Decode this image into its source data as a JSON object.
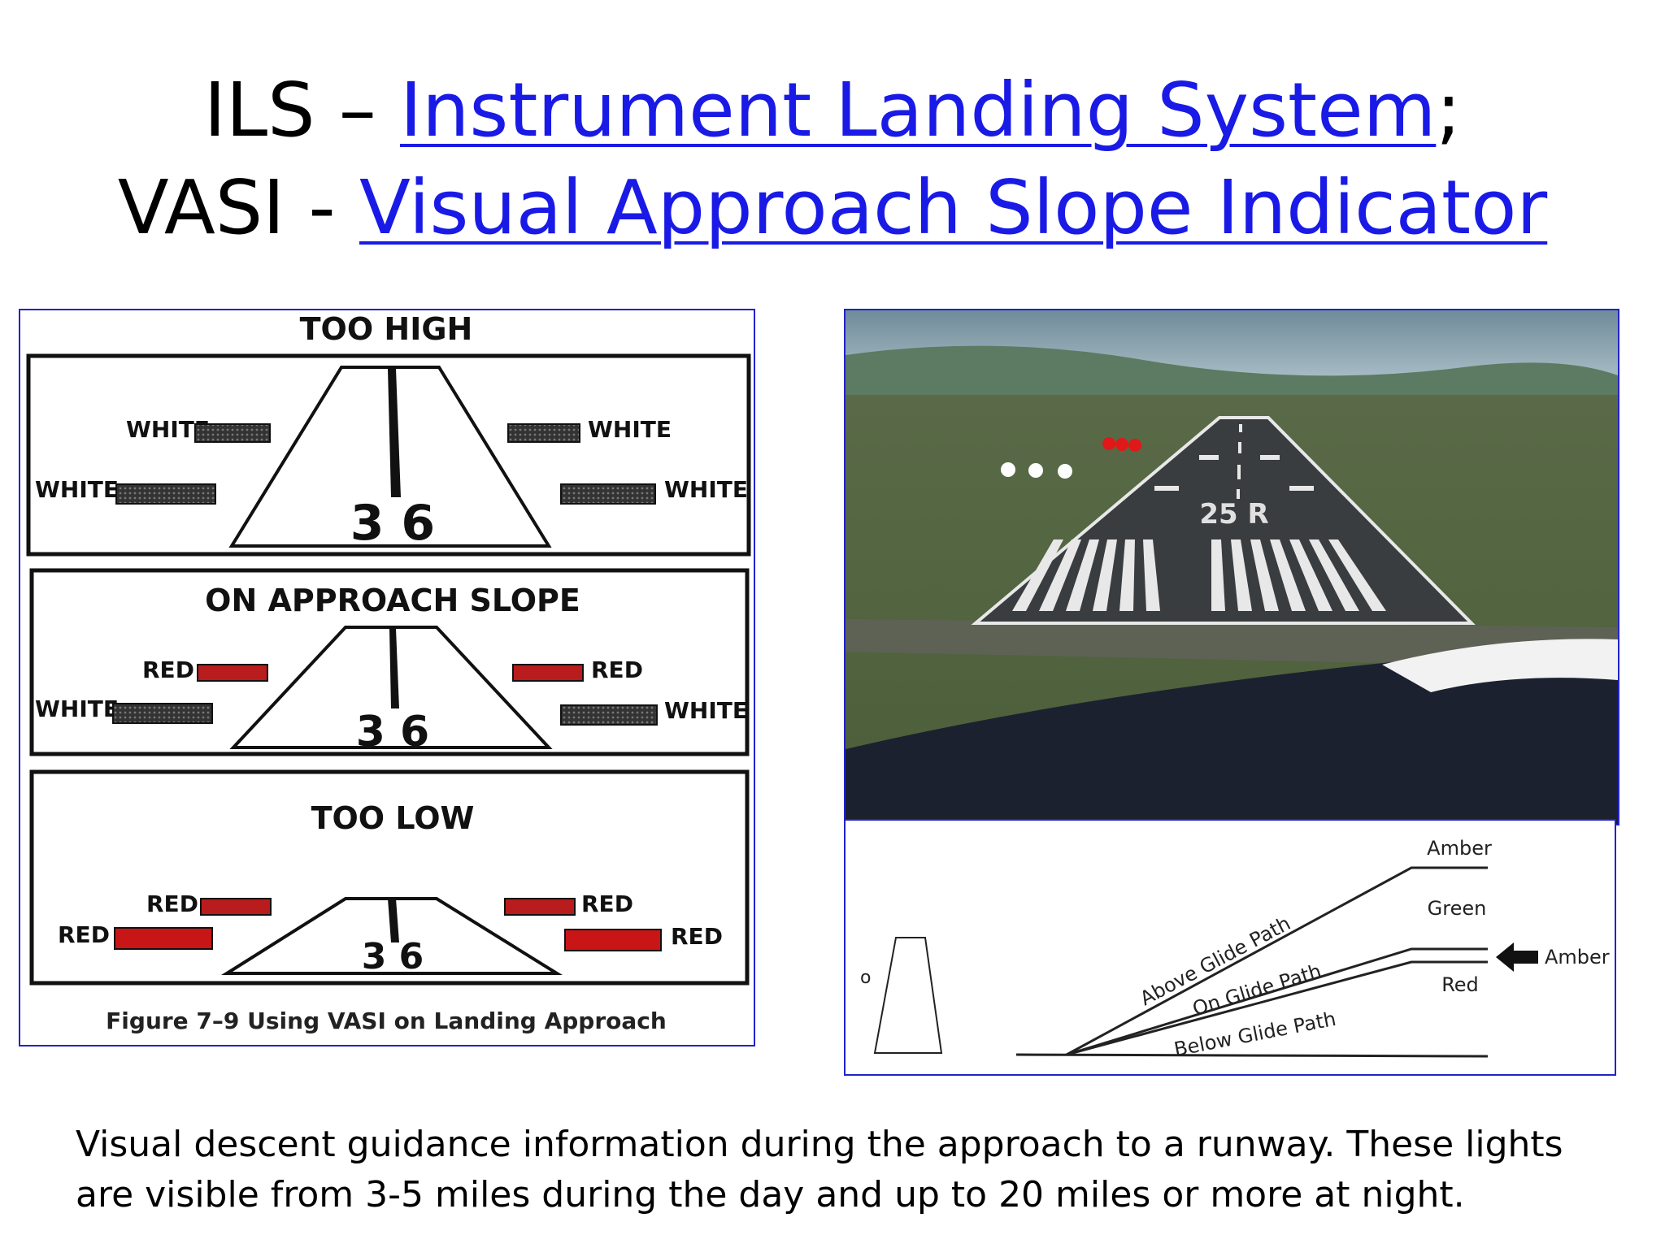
{
  "title": {
    "line1_prefix": "ILS – ",
    "line1_link": "Instrument Landing System",
    "line1_suffix": ";",
    "line2_prefix": "VASI - ",
    "line2_link": "Visual Approach Slope Indicator"
  },
  "vasi_figure": {
    "sections": [
      {
        "heading": "TOO HIGH",
        "left_upper": "WHITE",
        "left_lower": "WHITE",
        "right_upper": "WHITE",
        "right_lower": "WHITE",
        "runway_number": "3 6"
      },
      {
        "heading": "ON APPROACH SLOPE",
        "left_upper": "RED",
        "left_lower": "WHITE",
        "right_upper": "RED",
        "right_lower": "WHITE",
        "runway_number": "3 6"
      },
      {
        "heading": "TOO LOW",
        "left_upper": "RED",
        "left_lower": "RED",
        "right_upper": "RED",
        "right_lower": "RED",
        "runway_number": "3 6"
      }
    ],
    "caption": "Figure 7–9   Using VASI on Landing Approach"
  },
  "runway_view": {
    "runway_marking": "25 R",
    "light_colors": {
      "red": "#e01818",
      "white": "#ffffff"
    }
  },
  "glide_diagram": {
    "bands": [
      "Amber",
      "Green",
      "Red"
    ],
    "arrow_label": "Amber",
    "paths": [
      "Above Glide Path",
      "On Glide Path",
      "Below Glide Path"
    ],
    "marker": "o"
  },
  "caption": "Visual descent guidance information during the approach to a runway. These lights are visible from 3-5 miles during the day and up to 20 miles or more at night.",
  "colors": {
    "link": "#1a1ae6",
    "panel_border": "#2222cc"
  }
}
